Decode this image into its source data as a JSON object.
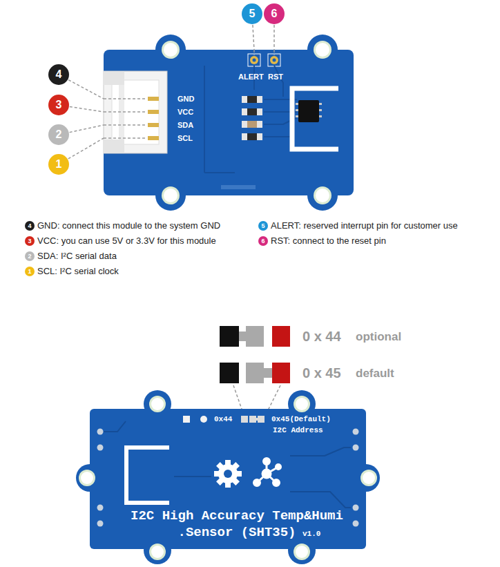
{
  "diagram": {
    "nodes": [
      {
        "text": [
          "GND",
          "VCC",
          "SDA",
          "SCL",
          "ALERT",
          "RST"
        ]
      },
      {
        "text": [
          "4"
        ]
      },
      {
        "text": [
          "3"
        ]
      },
      {
        "text": [
          "2"
        ]
      },
      {
        "text": [
          "1"
        ]
      },
      {
        "text": [
          "5"
        ]
      },
      {
        "text": [
          "6"
        ]
      },
      {
        "text": [
          "4"
        ]
      },
      {
        "text": [
          "3"
        ]
      },
      {
        "text": [
          "2"
        ]
      },
      {
        "text": [
          "1"
        ]
      },
      {
        "text": [
          "5"
        ]
      },
      {
        "text": [
          "6"
        ]
      },
      {
        "text": [
          "0x44",
          "0x45(Default)",
          "I2C Address",
          "I2C High Accuracy Temp&Humi .Sensor (SHT35)",
          "v1.0"
        ]
      }
    ],
    "edges": [
      {
        "from": 1,
        "to": 0,
        "arrow": "none"
      },
      {
        "from": 2,
        "to": 0,
        "arrow": "none"
      },
      {
        "from": 3,
        "to": 0,
        "arrow": "none"
      },
      {
        "from": 4,
        "to": 0,
        "arrow": "none"
      },
      {
        "from": 5,
        "to": 0,
        "arrow": "none"
      },
      {
        "from": 6,
        "to": 0,
        "arrow": "none"
      }
    ],
    "labels": [
      "GND: connect this module to the system GND",
      "VCC: you can use 5V or 3.3V for this module",
      "SDA: I²C serial data",
      "SCL: I²C serial clock",
      "ALERT: reserved interrupt pin for customer use",
      "RST: connect to the reset pin",
      "0 x 44",
      "optional",
      "0 x 45",
      "default"
    ]
  }
}
